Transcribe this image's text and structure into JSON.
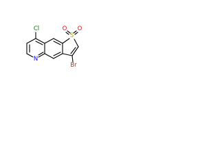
{
  "structure": {
    "atoms": {
      "cl": {
        "label": "Cl",
        "color": "#008000"
      },
      "s": {
        "label": "S",
        "color": "#b8a000"
      },
      "o1": {
        "label": "O",
        "color": "#ff0000"
      },
      "o2": {
        "label": "O",
        "color": "#ff0000"
      },
      "br": {
        "label": "Br",
        "color": "#8b3a1a"
      },
      "n": {
        "label": "N",
        "color": "#0000ff"
      }
    },
    "bond_color": "#000000"
  }
}
